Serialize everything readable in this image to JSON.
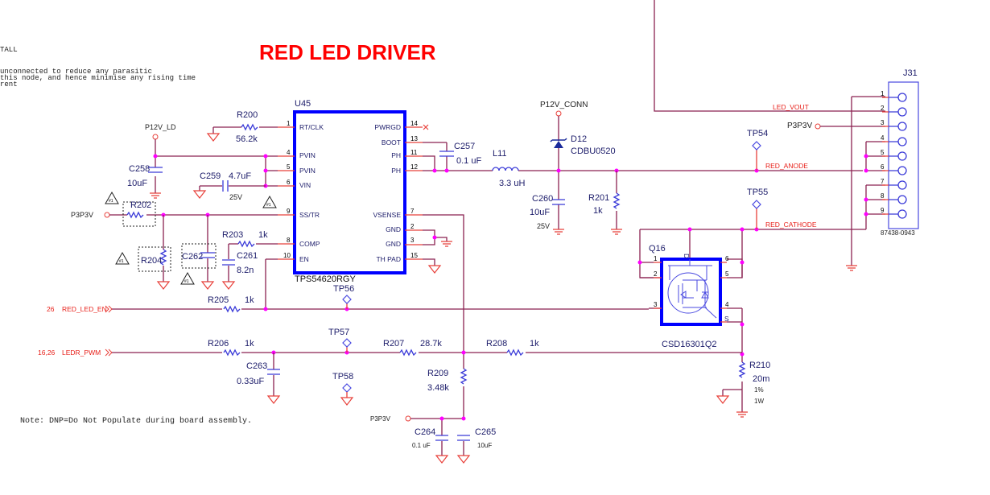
{
  "title": "RED LED DRIVER",
  "notes": {
    "top_line1": "TALL",
    "top_line2": "unconnected to reduce any parasitic",
    "top_line3": "this node, and hence minimise any rising time",
    "top_line4": "rent",
    "bottom": "Note: DNP=Do Not Populate during board assembly."
  },
  "u45": {
    "ref": "U45",
    "part": "TPS54620RGY",
    "pins_left": [
      {
        "num": "1",
        "name": "RT/CLK"
      },
      {
        "num": "4",
        "name": "PVIN"
      },
      {
        "num": "5",
        "name": "PVIN"
      },
      {
        "num": "6",
        "name": "VIN"
      },
      {
        "num": "9",
        "name": "SS/TR"
      },
      {
        "num": "8",
        "name": "COMP"
      },
      {
        "num": "10",
        "name": "EN"
      }
    ],
    "pins_right": [
      {
        "num": "14",
        "name": "PWRGD"
      },
      {
        "num": "13",
        "name": "BOOT"
      },
      {
        "num": "11",
        "name": "PH"
      },
      {
        "num": "12",
        "name": "PH"
      },
      {
        "num": "7",
        "name": "VSENSE"
      },
      {
        "num": "2",
        "name": "GND"
      },
      {
        "num": "3",
        "name": "GND"
      },
      {
        "num": "15",
        "name": "TH PAD"
      }
    ]
  },
  "components": {
    "R200": {
      "ref": "R200",
      "value": "56.2k"
    },
    "C258": {
      "ref": "C258",
      "value": "10uF"
    },
    "C259": {
      "ref": "C259",
      "value": "4.7uF",
      "rating": "25V"
    },
    "R202": {
      "ref": "R202"
    },
    "R204": {
      "ref": "R204"
    },
    "C262": {
      "ref": "C262"
    },
    "R203": {
      "ref": "R203",
      "value": "1k"
    },
    "C261": {
      "ref": "C261",
      "value": "8.2n"
    },
    "C257": {
      "ref": "C257",
      "value": "0.1 uF"
    },
    "L11": {
      "ref": "L11",
      "value": "3.3 uH"
    },
    "D12": {
      "ref": "D12",
      "value": "CDBU0520"
    },
    "C260": {
      "ref": "C260",
      "value": "10uF",
      "rating": "25V"
    },
    "R201": {
      "ref": "R201",
      "value": "1k"
    },
    "R205": {
      "ref": "R205",
      "value": "1k"
    },
    "R206": {
      "ref": "R206",
      "value": "1k"
    },
    "C263": {
      "ref": "C263",
      "value": "0.33uF"
    },
    "R207": {
      "ref": "R207",
      "value": "28.7k"
    },
    "R208": {
      "ref": "R208",
      "value": "1k"
    },
    "R209": {
      "ref": "R209",
      "value": "3.48k"
    },
    "C264": {
      "ref": "C264",
      "value": "0.1 uF"
    },
    "C265": {
      "ref": "C265",
      "value": "10uF"
    },
    "R210": {
      "ref": "R210",
      "value": "20m",
      "tolerance": "1%",
      "power": "1W"
    },
    "Q16": {
      "ref": "Q16",
      "value": "CSD16301Q2",
      "pin_d": "D",
      "pin_s": "S",
      "pins": [
        "1",
        "2",
        "3",
        "4",
        "5",
        "6"
      ]
    }
  },
  "testpoints": [
    "TP54",
    "TP55",
    "TP56",
    "TP57",
    "TP58"
  ],
  "power_nets": {
    "p12v_ld": "P12V_LD",
    "p12v_conn": "P12V_CONN",
    "p3p3v": "P3P3V"
  },
  "nets": {
    "led_vout": "LED_VOUT",
    "red_anode": "RED_ANODE",
    "red_cathode": "RED_CATHODE",
    "red_led_en": "RED_LED_EN",
    "red_led_en_ref": "26",
    "ledr_pwm": "LEDR_PWM",
    "ledr_pwm_ref": "16,26"
  },
  "connector": {
    "ref": "J31",
    "part": "87438-0943",
    "pins": [
      "1",
      "2",
      "3",
      "4",
      "5",
      "6",
      "7",
      "8",
      "9"
    ]
  },
  "dnp_flag": "#1"
}
